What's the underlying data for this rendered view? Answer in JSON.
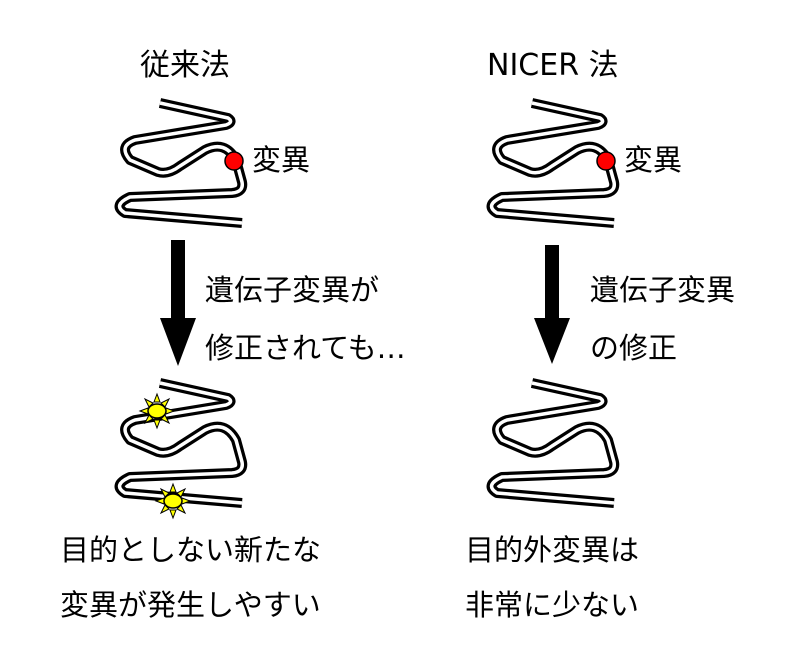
{
  "left": {
    "title": "従来法",
    "mutation_label": "変異",
    "arrow_caption": [
      "遺伝子変異が",
      "修正されても…"
    ],
    "result": [
      "目的としない新たな",
      "変異が発生しやすい"
    ]
  },
  "right": {
    "title": "NICER 法",
    "mutation_label": "変異",
    "arrow_caption": [
      "遺伝子変異",
      "の修正"
    ],
    "result": [
      "目的外変異は",
      "非常に少ない"
    ]
  },
  "colors": {
    "mutation": "#ff0000",
    "off_target": "#ffff00"
  }
}
